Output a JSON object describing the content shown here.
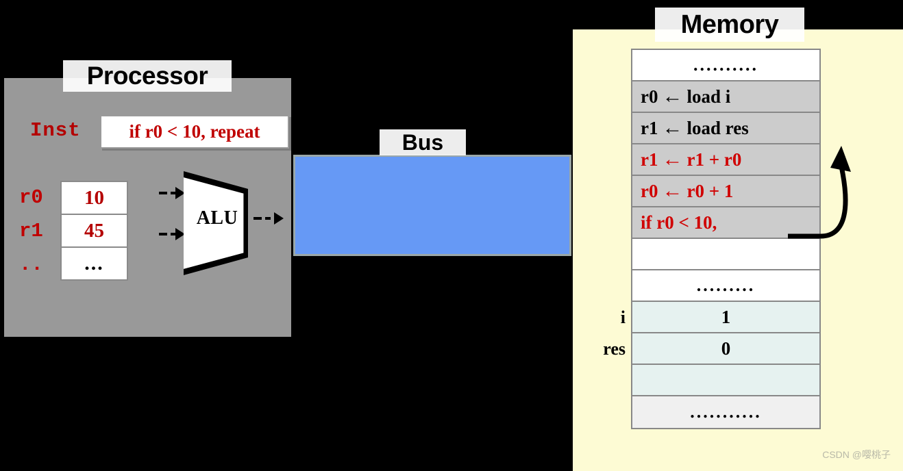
{
  "processor": {
    "title": "Processor",
    "inst_label": "Inst",
    "inst_value": "if r0 < 10, repeat",
    "alu_label": "ALU",
    "registers": [
      {
        "name": "r0",
        "value": "10"
      },
      {
        "name": "r1",
        "value": "45"
      },
      {
        "name": "..",
        "value": "..."
      }
    ]
  },
  "bus": {
    "title": "Bus",
    "color": "#6699f5"
  },
  "memory": {
    "title": "Memory",
    "panel_color": "#fdfbd4",
    "rows": [
      {
        "text": "..........",
        "kind": "dots",
        "label": ""
      },
      {
        "text": "r0  ← load i",
        "kind": "code",
        "label": ""
      },
      {
        "text": "r1  ← load res",
        "kind": "code",
        "label": ""
      },
      {
        "text": "r1 ← r1 + r0",
        "kind": "red",
        "label": ""
      },
      {
        "text": "r0 ← r0 + 1",
        "kind": "red",
        "label": ""
      },
      {
        "text": "if r0 < 10,",
        "kind": "red",
        "label": ""
      },
      {
        "text": "",
        "kind": "blank",
        "label": ""
      },
      {
        "text": ".........",
        "kind": "dots",
        "label": ""
      },
      {
        "text": "1",
        "kind": "data",
        "label": "i"
      },
      {
        "text": "0",
        "kind": "data",
        "label": "res"
      },
      {
        "text": "",
        "kind": "data",
        "label": ""
      },
      {
        "text": "...........",
        "kind": "dotsgray",
        "label": ""
      }
    ],
    "loop_arrow": "branch-back-to-r1-add"
  },
  "watermark": "CSDN @嘤桃子",
  "colors": {
    "red": "#c00000",
    "processor_gray": "#999999",
    "code_row": "#cccccc",
    "data_row": "#e6f2f0"
  }
}
